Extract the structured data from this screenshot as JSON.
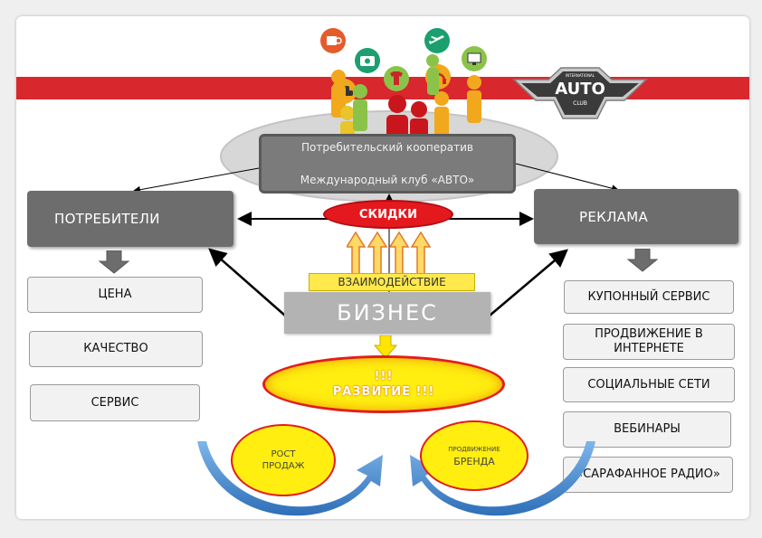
{
  "header": {
    "stripe_color": "#d9272e",
    "logo": {
      "top_text": "INTERNATIONAL",
      "main_text": "AUTO",
      "bottom_text": "CLUB"
    }
  },
  "center": {
    "title_line1": "Потребительский кооператив",
    "title_line2": "Международный клуб «АВТО»"
  },
  "discounts_label": "СКИДКИ",
  "consumers": {
    "label": "ПОТРЕБИТЕЛИ",
    "items": [
      "ЦЕНА",
      "КАЧЕСТВО",
      "СЕРВИС"
    ]
  },
  "advertising": {
    "label": "РЕКЛАМА",
    "items": [
      "КУПОННЫЙ СЕРВИС",
      "ПРОДВИЖЕНИЕ В ИНТЕРНЕТЕ",
      "СОЦИАЛЬНЫЕ СЕТИ",
      "ВЕБИНАРЫ",
      "«САРАФАННОЕ РАДИО»"
    ]
  },
  "interaction_label": "ВЗАИМОДЕЙСТВИЕ",
  "business_label": "БИЗНЕС",
  "development": {
    "line1": "!!!",
    "line2": "РАЗВИТИЕ !!!"
  },
  "sales_growth": {
    "line1": "РОСТ",
    "line2": "ПРОДАЖ"
  },
  "brand_promotion": {
    "line1": "ПРОДВИЖЕНИЕ",
    "line2": "БРЕНДА"
  },
  "icons": [
    "coffee-icon",
    "camera-icon",
    "car-icon",
    "tshirt-icon",
    "airplane-icon",
    "headphones-icon",
    "monitor-icon"
  ],
  "colors": {
    "accent_red": "#e21d1d",
    "yellow": "#ffee10",
    "dark_box": "#6d6d6d",
    "arrow_blue": "#4a90d9"
  }
}
